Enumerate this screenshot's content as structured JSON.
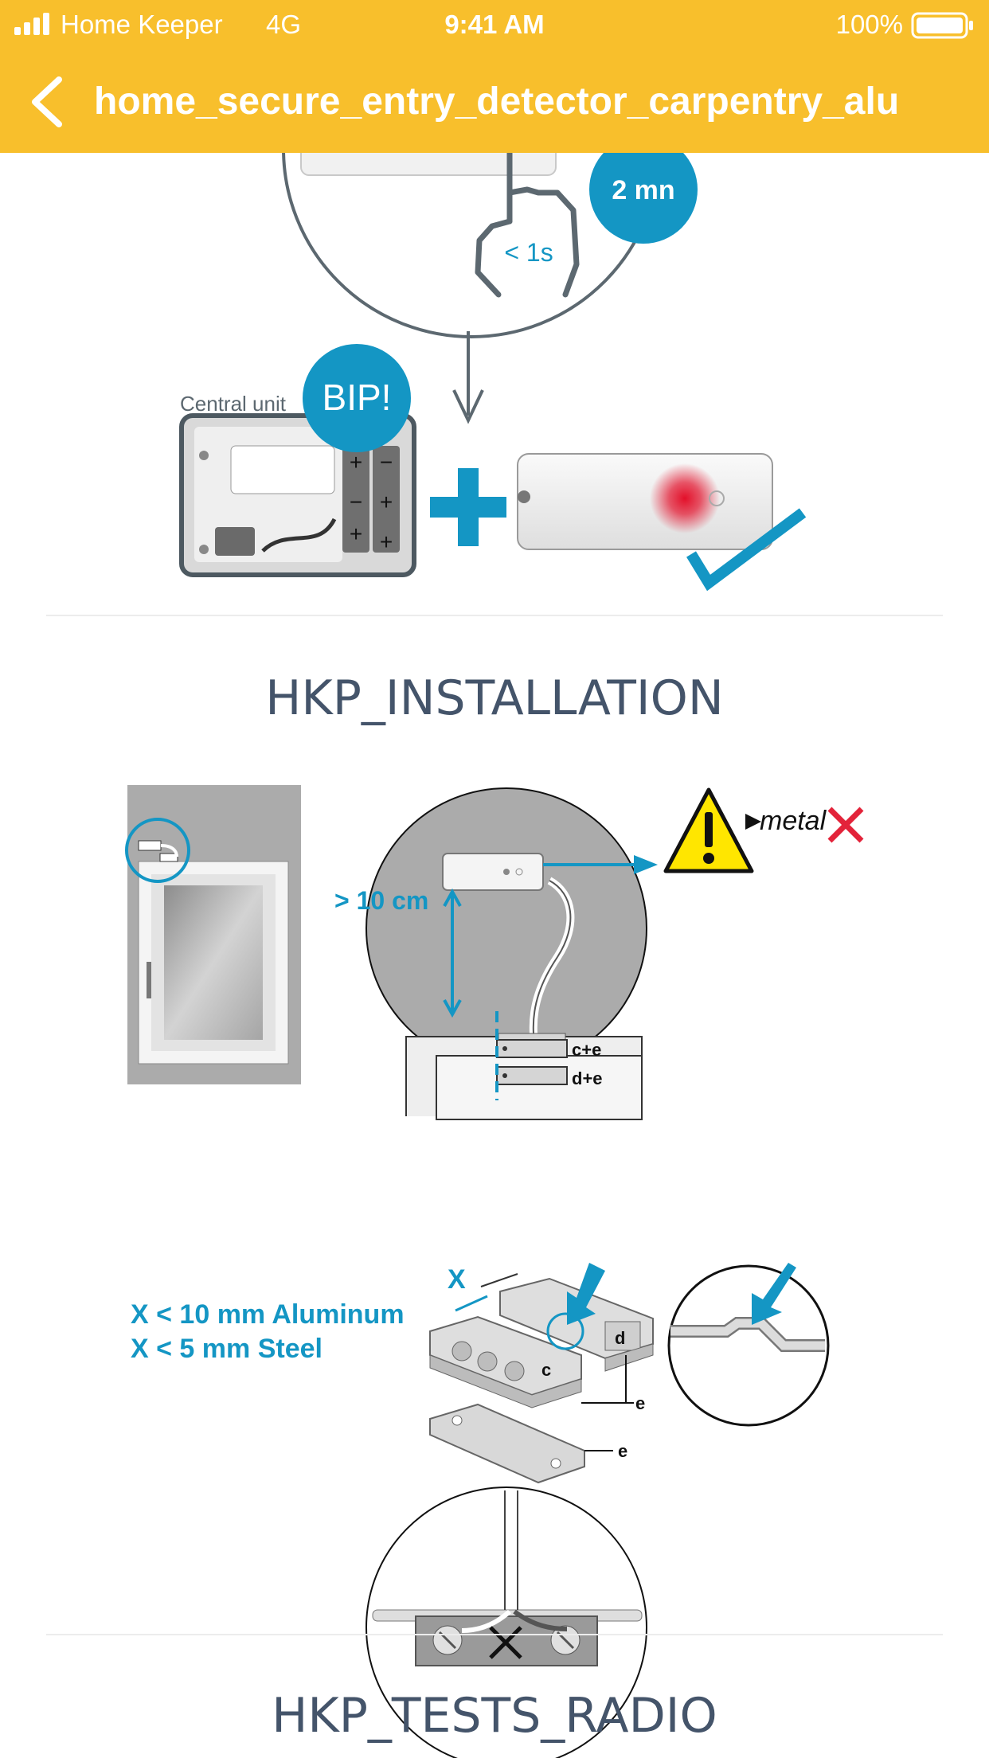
{
  "status_bar": {
    "carrier": "Home Keeper",
    "network": "4G",
    "time": "9:41 AM",
    "battery": "100%"
  },
  "nav": {
    "title": "home_secure_entry_detector_carpentry_alu"
  },
  "step_pairing": {
    "timer_label": "2 mn",
    "press_label": "< 1s",
    "central_unit_label": "Central unit",
    "bip_label": "BIP!"
  },
  "sections": {
    "installation": "HKP_INSTALLATION",
    "tests_radio": "HKP_TESTS_RADIO"
  },
  "step_installation": {
    "distance_label": "> 10 cm",
    "magnet_label_ce": "c+e",
    "magnet_label_de": "d+e",
    "metal_label": "metal",
    "gap_label": "X",
    "gap_aluminum": "X < 10 mm Aluminum",
    "gap_steel": "X < 5 mm Steel",
    "part_c": "c",
    "part_d": "d",
    "part_e": "e"
  },
  "colors": {
    "header_yellow": "#f8bf2c",
    "accent_blue": "#1496c4",
    "title_slate": "#44546a",
    "warning_yellow": "#ffe600",
    "cross_red": "#e3233a"
  }
}
